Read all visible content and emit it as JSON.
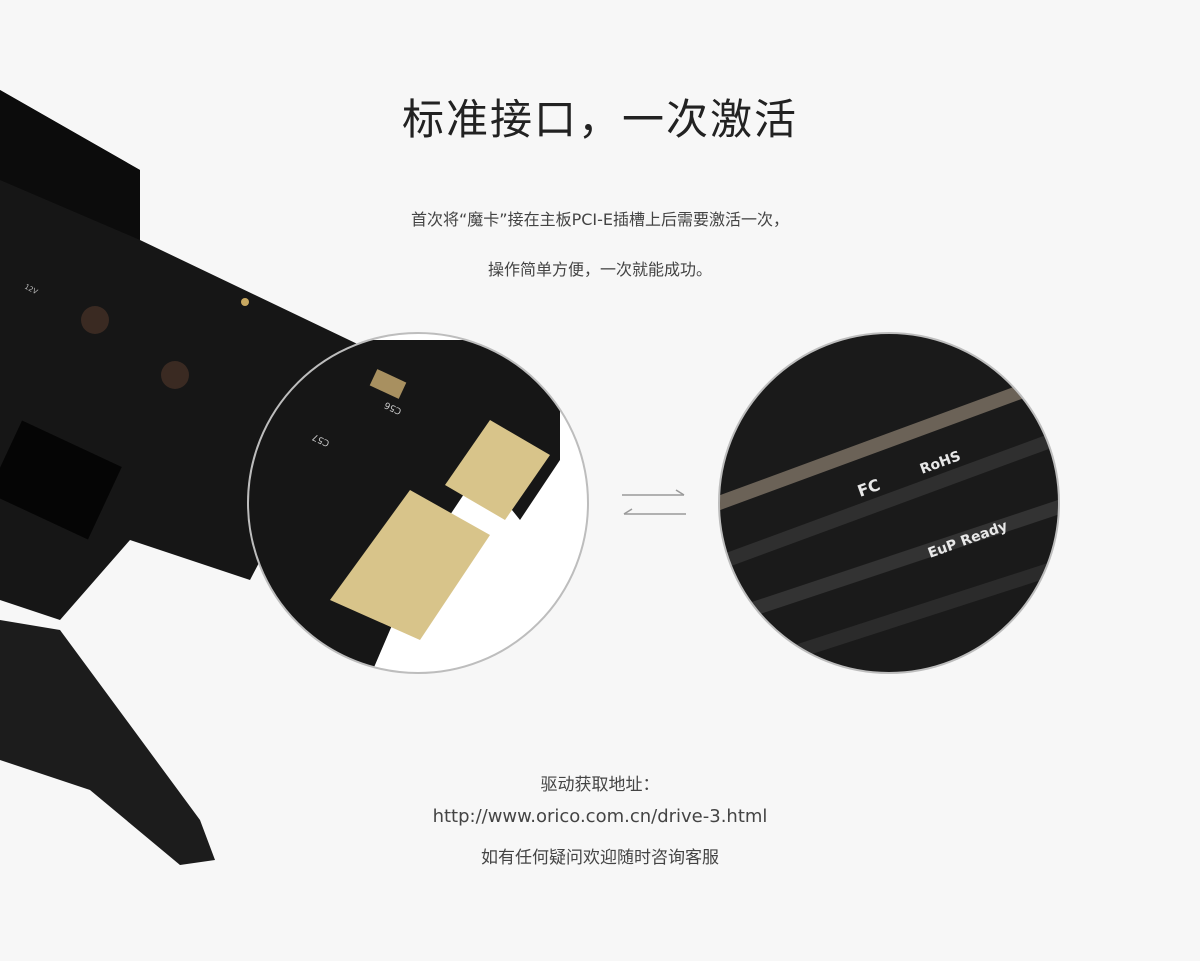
{
  "header": {
    "title": "标准接口，一次激活"
  },
  "description": {
    "line1": "首次将“魔卡”接在主板PCI-E插槽上后需要激活一次，",
    "line2": "操作简单方便，一次就能成功。"
  },
  "footer": {
    "label": "驱动获取地址：",
    "url": "http://www.orico.com.cn/drive-3.html",
    "contact": "如有任何疑问欢迎随时咨询客服"
  },
  "photo_lettering": [
    "12V",
    "C56",
    "C57",
    "FC",
    "RoHS",
    "EuP Ready"
  ],
  "colors": {
    "background": "#f7f7f7",
    "pcb": "#141414",
    "gold": "#d8c48a"
  }
}
